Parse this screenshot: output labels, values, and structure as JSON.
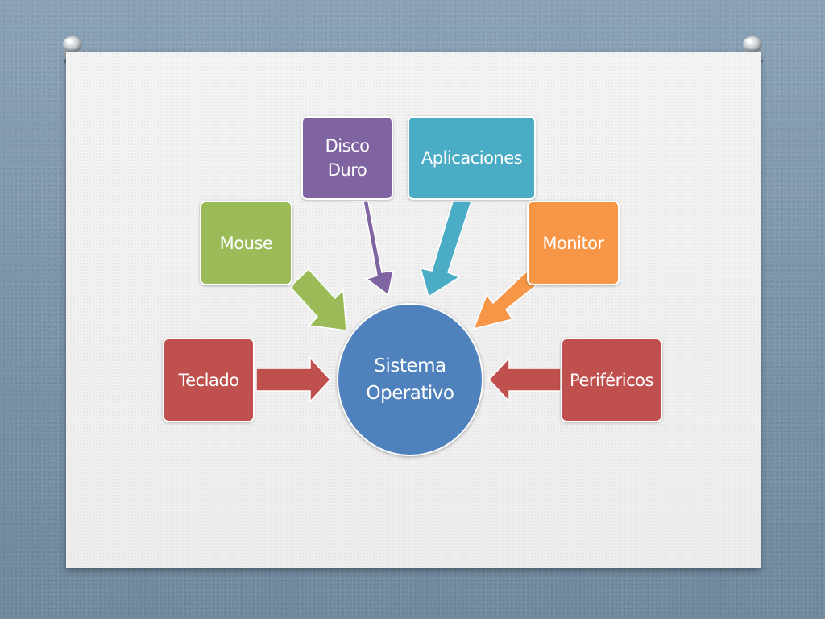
{
  "diagram": {
    "center": {
      "label": "Sistema Operativo",
      "line1": "Sistema",
      "line2": "Operativo",
      "color": "#4f81bd"
    },
    "nodes": [
      {
        "id": "teclado",
        "label": "Teclado",
        "color": "#c0504d"
      },
      {
        "id": "mouse",
        "label": "Mouse",
        "color": "#9bbb59"
      },
      {
        "id": "disco-duro",
        "label": "Disco\nDuro",
        "color": "#8064a2"
      },
      {
        "id": "aplicaciones",
        "label": "Aplicaciones",
        "color": "#4bacc6"
      },
      {
        "id": "monitor",
        "label": "Monitor",
        "color": "#f79646"
      },
      {
        "id": "perifericos",
        "label": "Periféricos",
        "color": "#c0504d"
      }
    ],
    "edges": [
      {
        "from": "teclado",
        "to": "center"
      },
      {
        "from": "mouse",
        "to": "center"
      },
      {
        "from": "disco-duro",
        "to": "center"
      },
      {
        "from": "aplicaciones",
        "to": "center"
      },
      {
        "from": "monitor",
        "to": "center"
      },
      {
        "from": "perifericos",
        "to": "center"
      }
    ]
  },
  "colors": {
    "background": "#7f97ac",
    "slide": "#f2f2f2",
    "pin": "#c8cdd2"
  }
}
